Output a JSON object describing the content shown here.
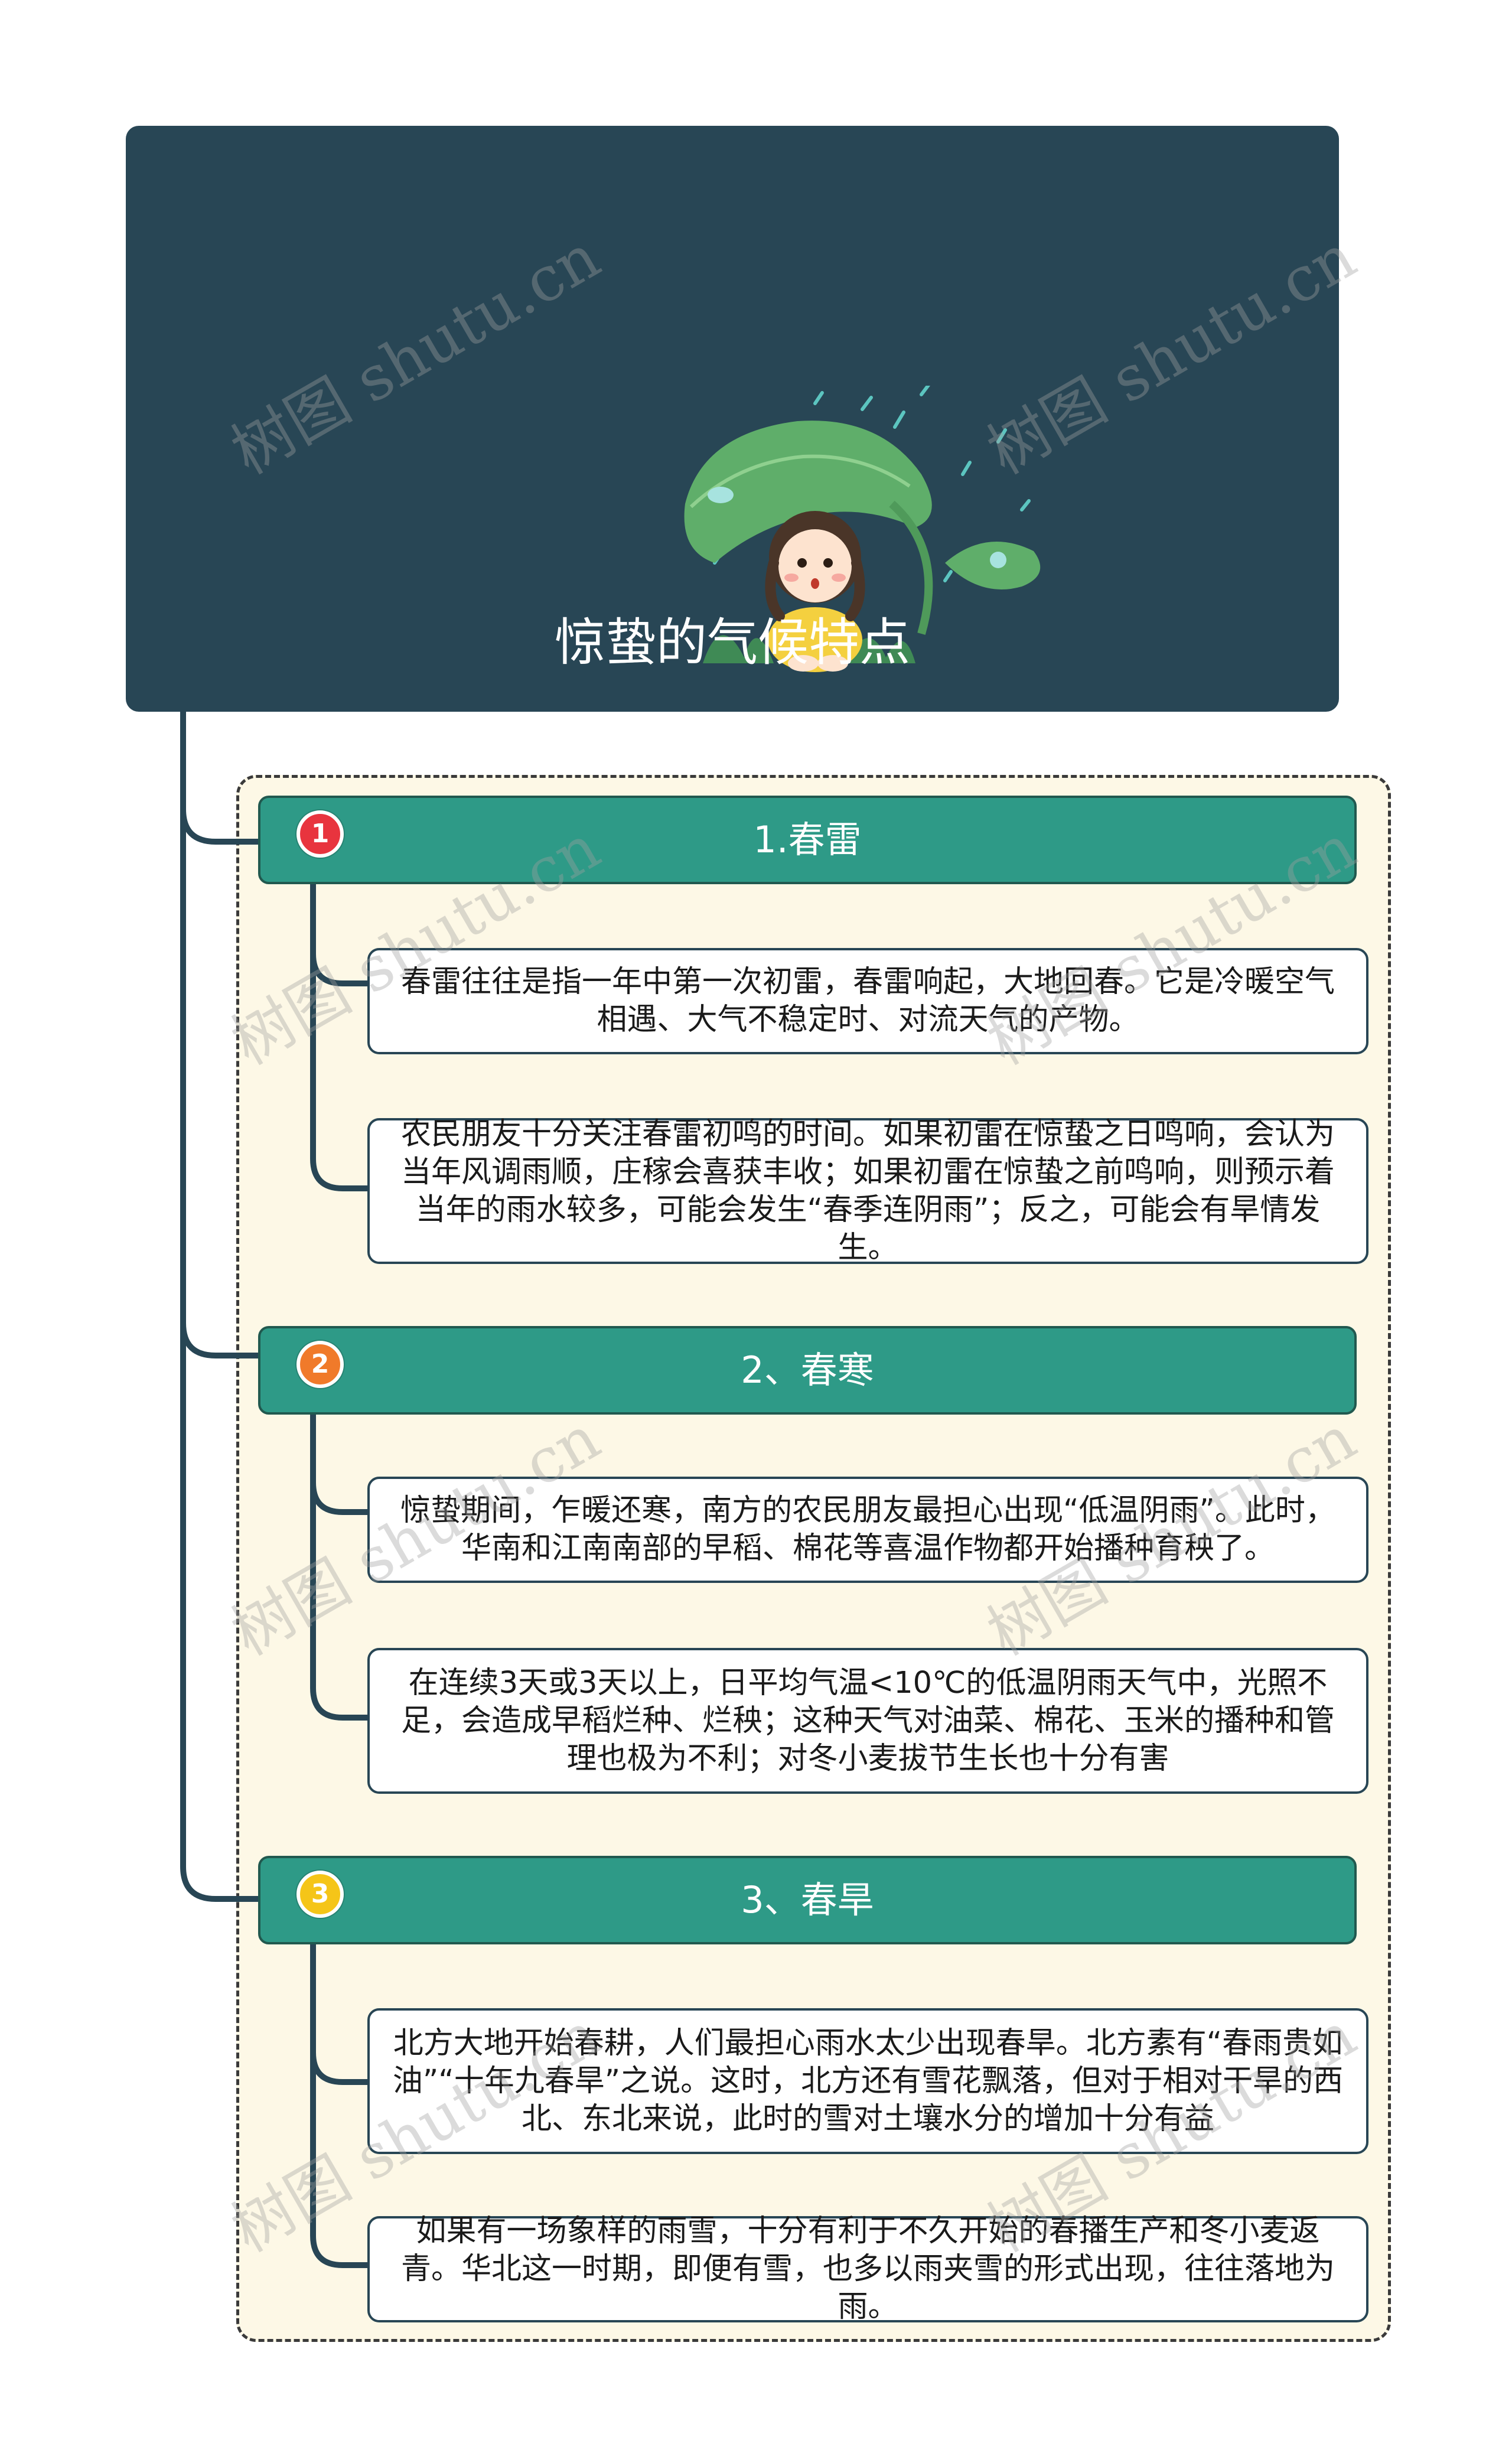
{
  "root": {
    "title": "惊蛰的气候特点"
  },
  "sections": [
    {
      "badge": "1",
      "title": "1.春雷",
      "items": [
        "春雷往往是指一年中第一次初雷，春雷响起，大地回春。它是冷暖空气相遇、大气不稳定时、对流天气的产物。",
        "农民朋友十分关注春雷初鸣的时间。如果初雷在惊蛰之日鸣响，会认为当年风调雨顺，庄稼会喜获丰收；如果初雷在惊蛰之前鸣响，则预示着当年的雨水较多，可能会发生“春季连阴雨”；反之，可能会有旱情发生。"
      ]
    },
    {
      "badge": "2",
      "title": "2、春寒",
      "items": [
        "惊蛰期间，乍暖还寒，南方的农民朋友最担心出现“低温阴雨”。此时，华南和江南南部的早稻、棉花等喜温作物都开始播种育秧了。",
        "在连续3天或3天以上，日平均气温<10℃的低温阴雨天气中，光照不足，会造成早稻烂种、烂秧；这种天气对油菜、棉花、玉米的播种和管理也极为不利；对冬小麦拔节生长也十分有害"
      ]
    },
    {
      "badge": "3",
      "title": "3、春旱",
      "items": [
        "北方大地开始春耕，人们最担心雨水太少出现春旱。北方素有“春雨贵如油”“十年九春旱”之说。这时，北方还有雪花飘落，但对于相对干旱的西北、东北来说，此时的雪对土壤水分的增加十分有益",
        "如果有一场象样的雨雪，十分有利于不久开始的春播生产和冬小麦返青。华北这一时期，即便有雪，也多以雨夹雪的形式出现，往往落地为雨。"
      ]
    }
  ],
  "watermark": "树图 shutu.cn",
  "colors": {
    "root_bg": "#284655",
    "section_bg": "#2e9a87",
    "group_bg": "#fdf8e6",
    "connector": "#284655",
    "badge_1": "#e8343e",
    "badge_2": "#f07a2a",
    "badge_3": "#f5c518"
  }
}
